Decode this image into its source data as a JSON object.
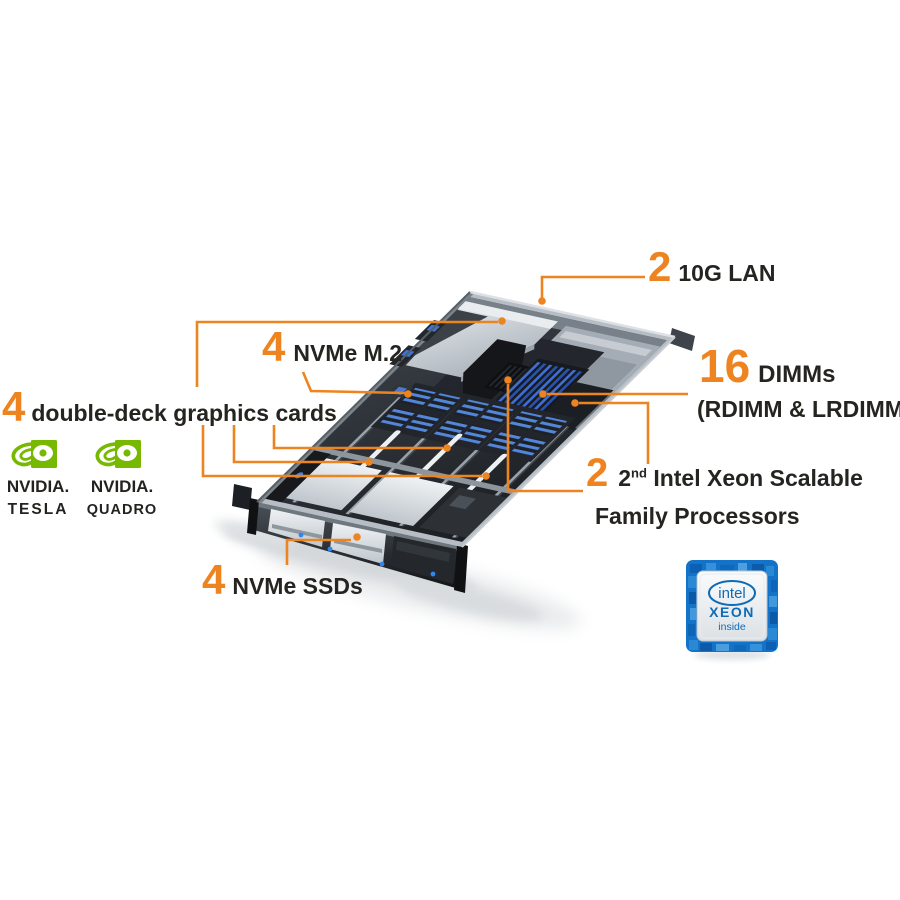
{
  "colors": {
    "accent_orange": "#ee8420",
    "text_dark": "#262421",
    "nvidia_green": "#76b900",
    "intel_blue": "#0f6bb5"
  },
  "callouts": {
    "lan": {
      "count": "2",
      "label": "10G LAN"
    },
    "nvme_m2": {
      "count": "4",
      "label": "NVMe M.2"
    },
    "graphics": {
      "count": "4",
      "label": "double-deck graphics cards"
    },
    "dimms": {
      "count": "16",
      "label": "DIMMs",
      "sub_label": "(RDIMM & LRDIMM )"
    },
    "processors": {
      "count": "2",
      "label_num": "2",
      "label_sup": "nd",
      "label_rest": " Intel Xeon Scalable",
      "label_line2": "Family Processors"
    },
    "nvme_ssd": {
      "count": "4",
      "label": "NVMe SSDs"
    }
  },
  "logos": {
    "nvidia_tesla": {
      "brand": "NVIDIA.",
      "product": "TESLA"
    },
    "nvidia_quadro": {
      "brand": "NVIDIA.",
      "product": "QUADRO"
    },
    "intel_badge": {
      "brand": "intel",
      "product": "XEON",
      "tagline": "inside"
    }
  }
}
